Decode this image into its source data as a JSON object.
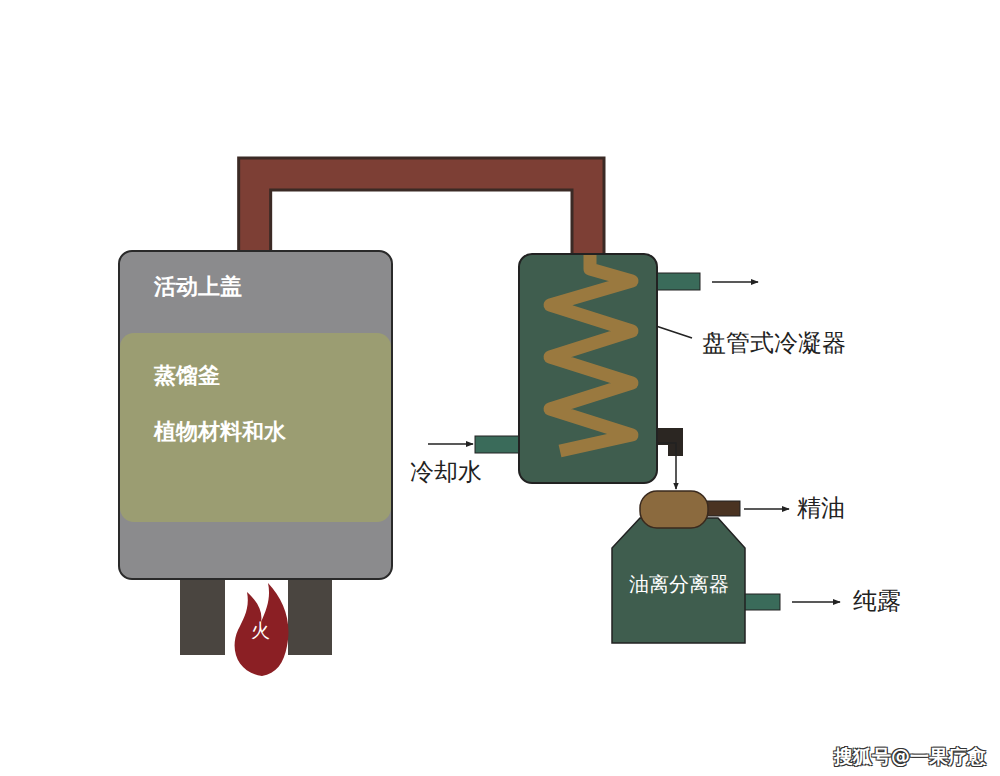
{
  "diagram": {
    "nodes": [
      {
        "text": [
          "活动上盖"
        ]
      },
      {
        "text": [
          "蒸馏釜",
          "植物材料和水"
        ],
        "in": 0
      },
      {
        "text": [
          "盘管式冷凝器"
        ]
      },
      {
        "text": [
          "油离分离器"
        ]
      }
    ],
    "edges": [
      {
        "from": 0,
        "to": 2,
        "arrow": "none"
      },
      {
        "from": 2,
        "to": 3,
        "arrow": "to"
      }
    ],
    "labels": [
      "冷却水",
      "精油",
      "纯露",
      "火",
      "搜狐号@一果疗愈"
    ]
  }
}
